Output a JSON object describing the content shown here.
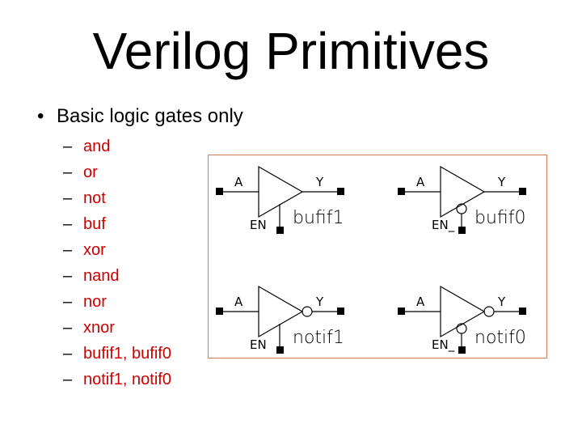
{
  "title": "Verilog Primitives",
  "bullet": "Basic logic gates only",
  "dash": "–",
  "bullet_glyph": "•",
  "subitems": [
    "and",
    "or",
    "not",
    "buf",
    "xor",
    "nand",
    "nor",
    "xnor",
    "bufif1, bufif0",
    "notif1, notif0"
  ],
  "colors": {
    "subitem_text": "#cc0000",
    "diagram_border": "#d27a55"
  },
  "gates": [
    {
      "name": "bufif1",
      "in": "A",
      "out": "Y",
      "en": "EN",
      "out_bubble": false,
      "en_bubble": false
    },
    {
      "name": "bufif0",
      "in": "A",
      "out": "Y",
      "en": "EN_",
      "out_bubble": false,
      "en_bubble": true
    },
    {
      "name": "notif1",
      "in": "A",
      "out": "Y",
      "en": "EN",
      "out_bubble": true,
      "en_bubble": false
    },
    {
      "name": "notif0",
      "in": "A",
      "out": "Y",
      "en": "EN_",
      "out_bubble": true,
      "en_bubble": true
    }
  ]
}
